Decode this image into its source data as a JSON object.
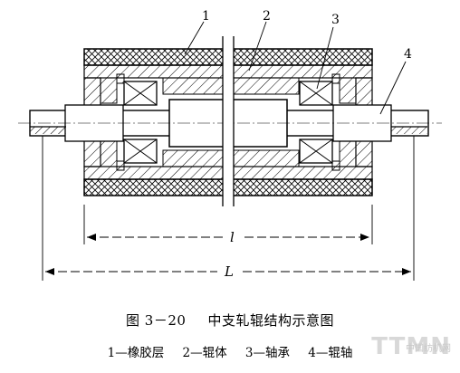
{
  "callouts": [
    "1",
    "2",
    "3",
    "4"
  ],
  "dimensions": {
    "inner_length": "l",
    "total_length": "L"
  },
  "caption": {
    "figure_number": "图 3－20",
    "title": "中支轧辊结构示意图"
  },
  "legend": [
    "1—橡胶层",
    "2—辊体",
    "3—轴承",
    "4—辊轴"
  ],
  "watermark": {
    "brand": "TTMN",
    "site": "中国纺机网"
  }
}
